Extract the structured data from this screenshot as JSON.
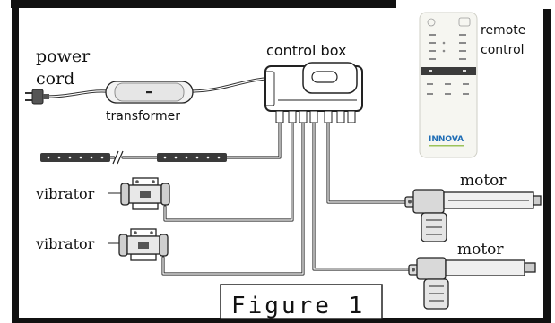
{
  "diagram": {
    "labels": {
      "power_cord": {
        "line1": "power",
        "line2": "cord"
      },
      "transformer": "transformer",
      "control_box": "control box",
      "remote_control": {
        "line1": "remote",
        "line2": "control"
      },
      "vibrator_top": "vibrator",
      "vibrator_bottom": "vibrator",
      "motor_top": "motor",
      "motor_bottom": "motor"
    },
    "caption": "Figure 1",
    "remote_logo": "INNOVA"
  },
  "icons": {
    "plug": "plug-icon",
    "transformer": "transformer-icon",
    "control_box": "control-box-icon",
    "remote": "remote-control-icon",
    "led_strip": "led-strip-icon",
    "vibrator": "vibrator-icon",
    "motor": "linear-actuator-motor-icon"
  },
  "colors": {
    "frame": "#111111",
    "outline": "#222222",
    "logo": "#1f6db5",
    "background": "#ffffff"
  }
}
